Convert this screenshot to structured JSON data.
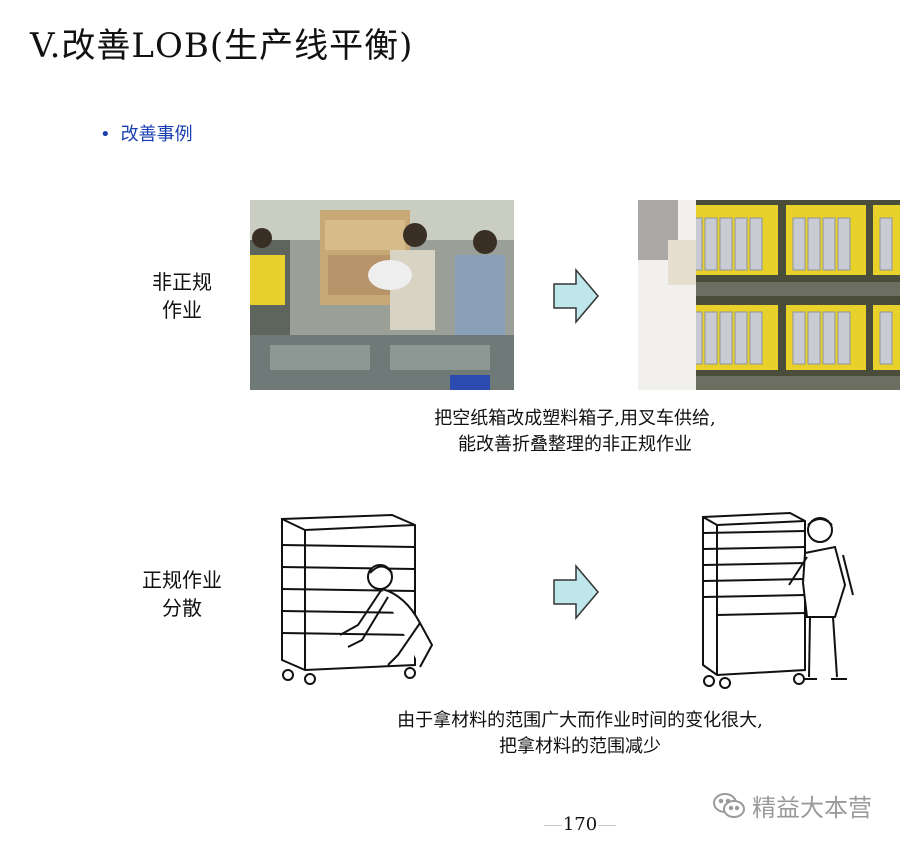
{
  "header": {
    "title": "V.改善LOB(生产线平衡)"
  },
  "section": {
    "bullet": "•",
    "subtitle": "改善事例"
  },
  "example1": {
    "label_lines": [
      "非正规",
      "作业"
    ],
    "caption_lines": [
      "把空纸箱改成塑料箱子,用叉车供给,",
      "能改善折叠整理的非正规作业"
    ],
    "arrow_color": "#bfe6ea"
  },
  "example2": {
    "label_lines": [
      "正规作业",
      "分散"
    ],
    "caption_lines": [
      "由于拿材料的范围广大而作业时间的变化很大,",
      "把拿材料的范围减少"
    ],
    "arrow_color": "#bfe6ea"
  },
  "footer": {
    "watermark": "精益大本营",
    "page_number": "170"
  }
}
